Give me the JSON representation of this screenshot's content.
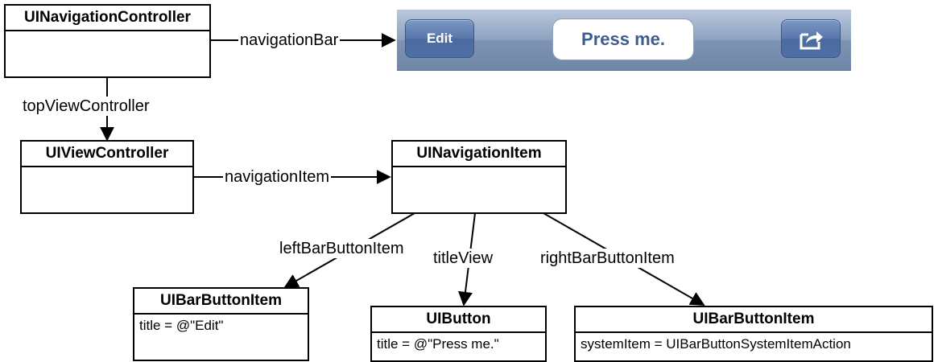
{
  "nodes": {
    "nav_controller": {
      "title": "UINavigationController"
    },
    "view_controller": {
      "title": "UIViewController"
    },
    "navigation_item": {
      "title": "UINavigationItem"
    },
    "left_bar_button_item": {
      "title": "UIBarButtonItem",
      "property": "title = @\"Edit\""
    },
    "title_button": {
      "title": "UIButton",
      "property": "title = @\"Press me.\""
    },
    "right_bar_button_item": {
      "title": "UIBarButtonItem",
      "property": "systemItem = UIBarButtonSystemItemAction"
    }
  },
  "edges": {
    "navigation_bar": "navigationBar",
    "top_view_controller": "topViewController",
    "navigation_item": "navigationItem",
    "left_bar_button_item": "leftBarButtonItem",
    "title_view": "titleView",
    "right_bar_button_item": "rightBarButtonItem"
  },
  "navbar": {
    "edit_label": "Edit",
    "title_label": "Press me.",
    "action_icon": "share-action-icon"
  }
}
